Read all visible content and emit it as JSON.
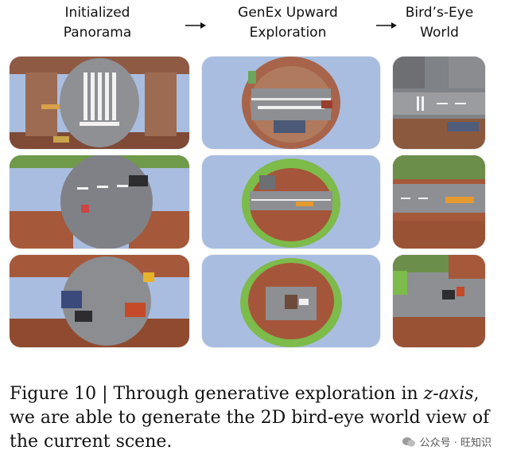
{
  "headers": {
    "col1": "Initialized\nPanorama",
    "col2": "GenEx Upward\nExploration",
    "col3": "Bird’s-Eye\nWorld"
  },
  "tiles": {
    "panorama": [
      "panorama-1",
      "panorama-2",
      "panorama-3"
    ],
    "upward": [
      "upward-1",
      "upward-2",
      "upward-3"
    ],
    "birdseye": [
      "birdseye-1",
      "birdseye-2",
      "birdseye-3"
    ]
  },
  "caption": {
    "prefix": "Figure 10 | Through generative exploration in ",
    "emph": "z-axis",
    "suffix": ",\nwe are able to generate the 2D bird-eye world view of\nthe current scene."
  },
  "watermark": {
    "text": "公众号 · 旺知识"
  },
  "colors": {
    "sky": "#a9bde0",
    "road": "#8b8d91",
    "brick": "#a0573a",
    "grass": "#7dbb4a"
  }
}
